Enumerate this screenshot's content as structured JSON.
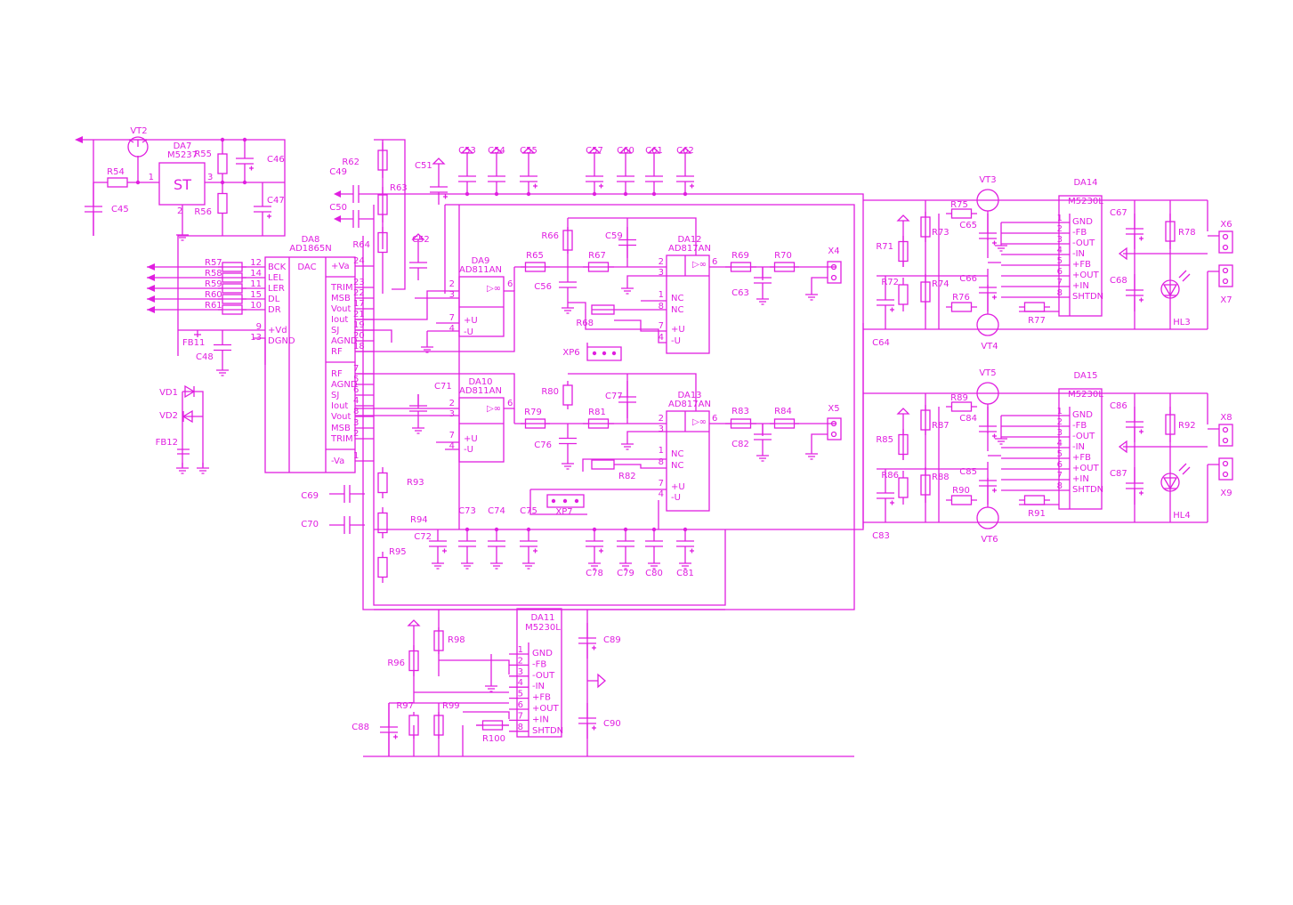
{
  "blocks": [
    {
      "id": "DA7",
      "chip": "M5237",
      "body": "ST",
      "pins": [
        {
          "n": "1"
        },
        {
          "n": "2"
        },
        {
          "n": "3"
        }
      ]
    },
    {
      "id": "DA8",
      "chip": "AD1865N",
      "body": "DAC",
      "pins": [
        {
          "n": "12",
          "t": "BCK"
        },
        {
          "n": "14",
          "t": "LEL"
        },
        {
          "n": "11",
          "t": "LER"
        },
        {
          "n": "15",
          "t": "DL"
        },
        {
          "n": "10",
          "t": "DR"
        },
        {
          "n": "9",
          "t": "+Vd"
        },
        {
          "n": "13",
          "t": "DGND"
        },
        {
          "n": "24",
          "t": "+Va"
        },
        {
          "n": "23",
          "t": "TRIM"
        },
        {
          "n": "22",
          "t": "MSB"
        },
        {
          "n": "17",
          "t": "Vout"
        },
        {
          "n": "21",
          "t": "Iout"
        },
        {
          "n": "19",
          "t": "SJ"
        },
        {
          "n": "20",
          "t": "AGND"
        },
        {
          "n": "18",
          "t": "RF"
        },
        {
          "n": "7",
          "t": "RF"
        },
        {
          "n": "5",
          "t": "AGND"
        },
        {
          "n": "6",
          "t": "SJ"
        },
        {
          "n": "4",
          "t": "Iout"
        },
        {
          "n": "8",
          "t": "Vout"
        },
        {
          "n": "3",
          "t": "MSB"
        },
        {
          "n": "2",
          "t": "TRIM"
        },
        {
          "n": "1",
          "t": "-Va"
        }
      ]
    },
    {
      "id": "DA9",
      "chip": "AD811AN",
      "pins": [
        {
          "n": "2"
        },
        {
          "n": "3"
        },
        {
          "n": "6"
        },
        {
          "n": "7",
          "t": "+U"
        },
        {
          "n": "4",
          "t": "-U"
        }
      ]
    },
    {
      "id": "DA10",
      "chip": "AD811AN",
      "pins": [
        {
          "n": "2"
        },
        {
          "n": "3"
        },
        {
          "n": "6"
        },
        {
          "n": "7",
          "t": "+U"
        },
        {
          "n": "4",
          "t": "-U"
        }
      ]
    },
    {
      "id": "DA12",
      "chip": "AD817AN",
      "pins": [
        {
          "n": "2"
        },
        {
          "n": "3"
        },
        {
          "n": "6"
        },
        {
          "n": "1",
          "t": "NC"
        },
        {
          "n": "8",
          "t": "NC"
        },
        {
          "n": "7",
          "t": "+U"
        },
        {
          "n": "4",
          "t": "-U"
        }
      ]
    },
    {
      "id": "DA13",
      "chip": "AD817AN",
      "pins": [
        {
          "n": "2"
        },
        {
          "n": "3"
        },
        {
          "n": "6"
        },
        {
          "n": "1",
          "t": "NC"
        },
        {
          "n": "8",
          "t": "NC"
        },
        {
          "n": "7",
          "t": "+U"
        },
        {
          "n": "4",
          "t": "-U"
        }
      ]
    },
    {
      "id": "DA14",
      "chip": "M5230L",
      "pins": [
        {
          "n": "1",
          "t": "GND"
        },
        {
          "n": "2",
          "t": "-FB"
        },
        {
          "n": "3",
          "t": "-OUT"
        },
        {
          "n": "4",
          "t": "-IN"
        },
        {
          "n": "5",
          "t": "+FB"
        },
        {
          "n": "6",
          "t": "+OUT"
        },
        {
          "n": "7",
          "t": "+IN"
        },
        {
          "n": "8",
          "t": "SHTDN"
        }
      ]
    },
    {
      "id": "DA15",
      "chip": "M5230L",
      "pins": [
        {
          "n": "1",
          "t": "GND"
        },
        {
          "n": "2",
          "t": "-FB"
        },
        {
          "n": "3",
          "t": "-OUT"
        },
        {
          "n": "4",
          "t": "-IN"
        },
        {
          "n": "5",
          "t": "+FB"
        },
        {
          "n": "6",
          "t": "+OUT"
        },
        {
          "n": "7",
          "t": "+IN"
        },
        {
          "n": "8",
          "t": "SHTDN"
        }
      ]
    },
    {
      "id": "DA11",
      "chip": "M5230L",
      "pins": [
        {
          "n": "1",
          "t": "GND"
        },
        {
          "n": "2",
          "t": "-FB"
        },
        {
          "n": "3",
          "t": "-OUT"
        },
        {
          "n": "4",
          "t": "-IN"
        },
        {
          "n": "5",
          "t": "+FB"
        },
        {
          "n": "6",
          "t": "+OUT"
        },
        {
          "n": "7",
          "t": "+IN"
        },
        {
          "n": "8",
          "t": "SHTDN"
        }
      ]
    }
  ],
  "opamp_symbols": {
    "op_811": "▷∞",
    "op_817": "▷∞"
  },
  "resistors": [
    "R54",
    "R55",
    "R56",
    "R57",
    "R58",
    "R59",
    "R60",
    "R61",
    "R62",
    "R63",
    "R64",
    "R65",
    "R66",
    "R67",
    "R68",
    "R69",
    "R70",
    "R71",
    "R72",
    "R73",
    "R74",
    "R75",
    "R76",
    "R77",
    "R78",
    "R79",
    "R80",
    "R81",
    "R82",
    "R83",
    "R84",
    "R85",
    "R86",
    "R87",
    "R88",
    "R89",
    "R90",
    "R91",
    "R92",
    "R93",
    "R94",
    "R95",
    "R96",
    "R97",
    "R98",
    "R99",
    "R100"
  ],
  "capacitors": [
    "C45",
    "C46",
    "C47",
    "C48",
    "C49",
    "C50",
    "C51",
    "C52",
    "C53",
    "C54",
    "C55",
    "C56",
    "C57",
    "C59",
    "C60",
    "C61",
    "C62",
    "C63",
    "C64",
    "C65",
    "C66",
    "C67",
    "C68",
    "C69",
    "C70",
    "C71",
    "C72",
    "C73",
    "C74",
    "C75",
    "C76",
    "C77",
    "C78",
    "C79",
    "C80",
    "C81",
    "C82",
    "C83",
    "C84",
    "C85",
    "C86",
    "C87",
    "C88",
    "C89",
    "C90"
  ],
  "transistors": [
    "VT2",
    "VT3",
    "VT4",
    "VT5",
    "VT6"
  ],
  "diodes": [
    "VD1",
    "VD2"
  ],
  "leds": [
    "HL3",
    "HL4"
  ],
  "ferrites": [
    "FB11",
    "FB12"
  ],
  "connectors": [
    "X4",
    "X5",
    "X6",
    "X7",
    "X8",
    "X9",
    "XP6",
    "XP7"
  ]
}
